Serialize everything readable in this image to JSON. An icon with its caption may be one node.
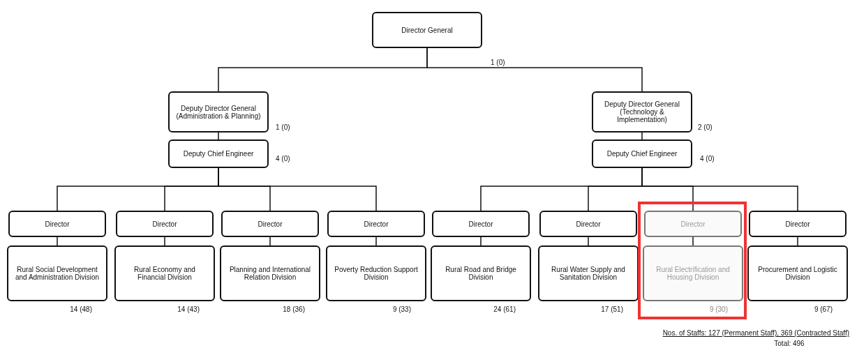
{
  "diagram": {
    "nodes": [
      {
        "text": [
          "Director General"
        ],
        "beside": [
          "1 (0)"
        ]
      },
      {
        "text": [
          "Deputy Director General (Administration & Planning)"
        ],
        "beside": [
          "1 (0)"
        ]
      },
      {
        "text": [
          "Deputy Chief Engineer"
        ],
        "beside": [
          "4 (0)"
        ]
      },
      {
        "text": [
          "Deputy Director General (Technology & Implementation)"
        ],
        "beside": [
          "2 (0)"
        ]
      },
      {
        "text": [
          "Deputy Chief Engineer"
        ],
        "beside": [
          "4 (0)"
        ]
      },
      {
        "text": [
          "Director"
        ]
      },
      {
        "text": [
          "Rural Social Development and Administration Division"
        ],
        "beside": [
          "14 (48)"
        ]
      },
      {
        "text": [
          "Director"
        ]
      },
      {
        "text": [
          "Rural Economy and Financial Division"
        ],
        "beside": [
          "14 (43)"
        ]
      },
      {
        "text": [
          "Director"
        ]
      },
      {
        "text": [
          "Planning and International Relation Division"
        ],
        "beside": [
          "18 (36)"
        ]
      },
      {
        "text": [
          "Director"
        ]
      },
      {
        "text": [
          "Poverty Reduction Support Division"
        ],
        "beside": [
          "9 (33)"
        ]
      },
      {
        "text": [
          "Director"
        ]
      },
      {
        "text": [
          "Rural Road and Bridge Division"
        ],
        "beside": [
          "24 (61)"
        ]
      },
      {
        "text": [
          "Director"
        ]
      },
      {
        "text": [
          "Rural Water Supply and Sanitation Division"
        ],
        "beside": [
          "17 (51)"
        ]
      },
      {
        "text": [],
        "shape": "box"
      },
      {
        "text": [
          "Director"
        ],
        "in": 17
      },
      {
        "text": [
          "Rural Electrification and Housing Division"
        ],
        "beside": [
          "9 (30)"
        ],
        "in": 17
      },
      {
        "text": [
          "Director"
        ]
      },
      {
        "text": [
          "Procurement and Logistic Division"
        ],
        "beside": [
          "9 (67)"
        ]
      }
    ],
    "edges": [
      {
        "from": 0,
        "to": 1,
        "arrow": "none"
      },
      {
        "from": 0,
        "to": 3,
        "arrow": "none"
      },
      {
        "from": 1,
        "to": 2,
        "arrow": "none"
      },
      {
        "from": 3,
        "to": 4,
        "arrow": "none"
      },
      {
        "from": 2,
        "to": 5,
        "arrow": "none"
      },
      {
        "from": 2,
        "to": 7,
        "arrow": "none"
      },
      {
        "from": 2,
        "to": 9,
        "arrow": "none"
      },
      {
        "from": 2,
        "to": 11,
        "arrow": "none"
      },
      {
        "from": 4,
        "to": 13,
        "arrow": "none"
      },
      {
        "from": 4,
        "to": 15,
        "arrow": "none"
      },
      {
        "from": 4,
        "to": 18,
        "arrow": "none"
      },
      {
        "from": 4,
        "to": 20,
        "arrow": "none"
      },
      {
        "from": 5,
        "to": 6,
        "arrow": "none"
      },
      {
        "from": 7,
        "to": 8,
        "arrow": "none"
      },
      {
        "from": 9,
        "to": 10,
        "arrow": "none"
      },
      {
        "from": 11,
        "to": 12,
        "arrow": "none"
      },
      {
        "from": 13,
        "to": 14,
        "arrow": "none"
      },
      {
        "from": 15,
        "to": 16,
        "arrow": "none"
      },
      {
        "from": 18,
        "to": 19,
        "arrow": "none"
      },
      {
        "from": 20,
        "to": 21,
        "arrow": "none"
      }
    ],
    "labels": [
      "Nos. of Staffs: 127 (Permanent Staff), 369 (Contracted Staff)",
      "Total: 496"
    ]
  }
}
